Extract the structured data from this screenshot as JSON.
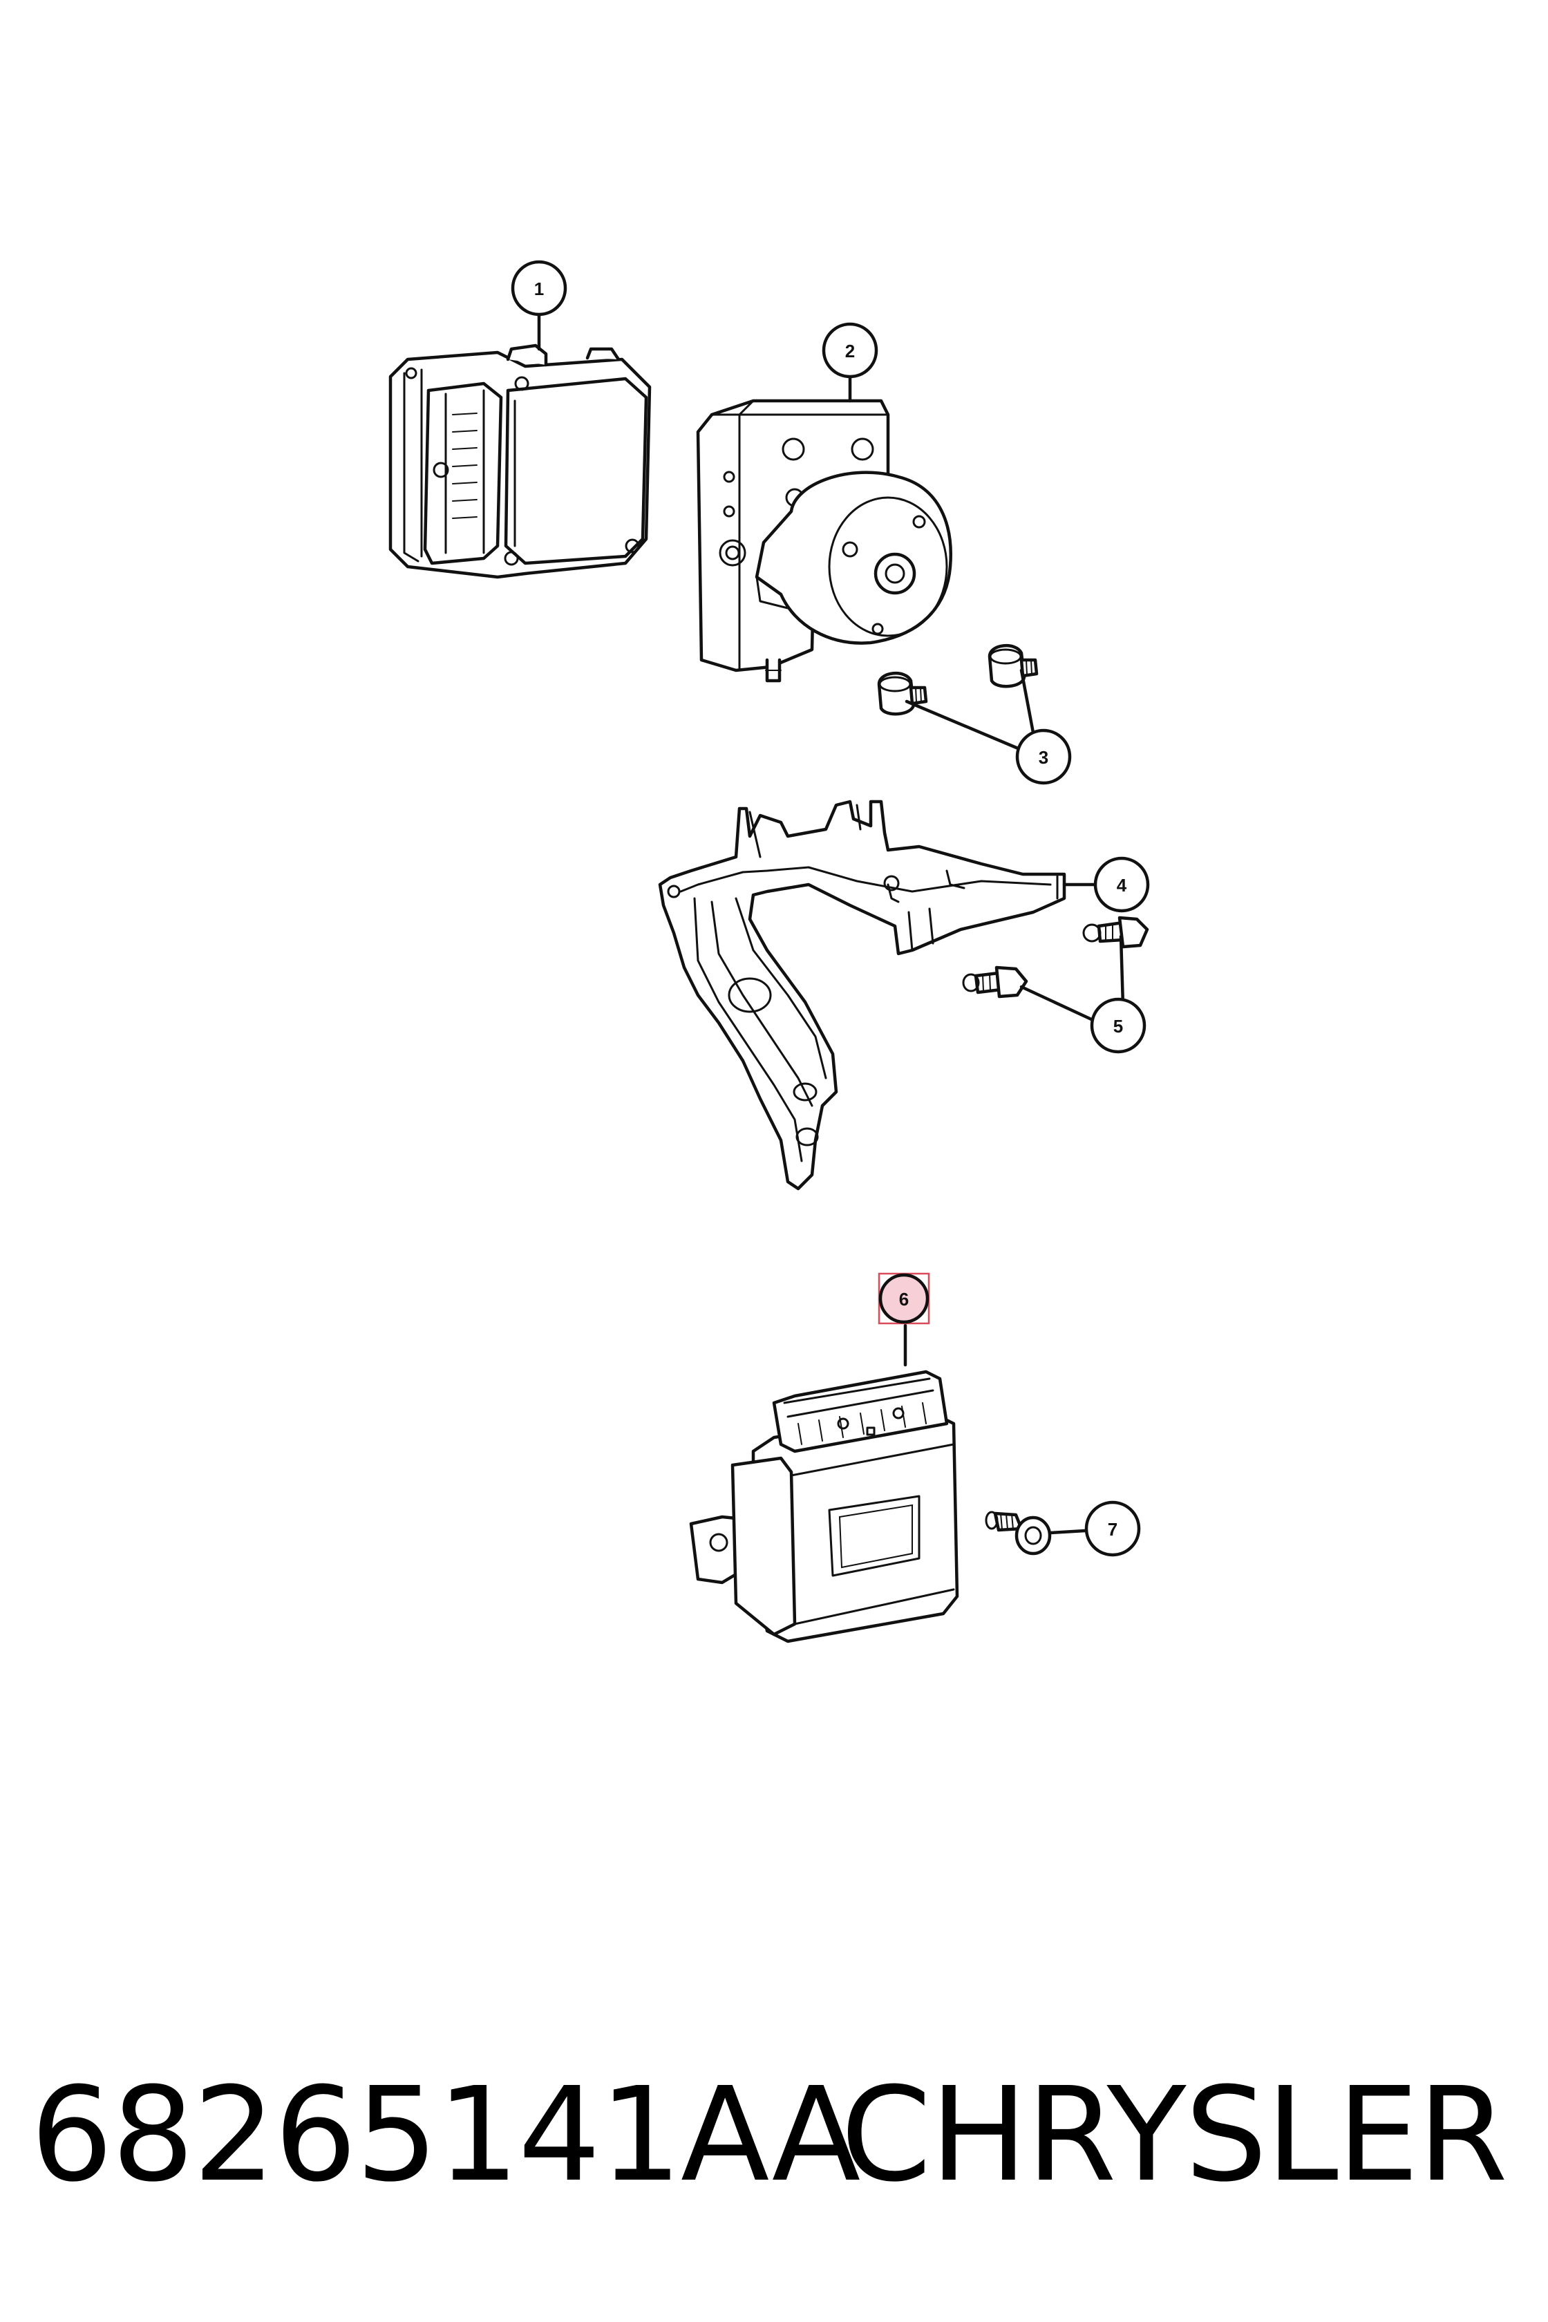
{
  "callouts": {
    "c1": "1",
    "c2": "2",
    "c3": "3",
    "c4": "4",
    "c5": "5",
    "c6": "6",
    "c7": "7"
  },
  "highlighted_callout": "6",
  "highlight_color": "#f7cfd6",
  "footer": {
    "part_number": "68265141AA",
    "brand": "CHRYSLER"
  }
}
